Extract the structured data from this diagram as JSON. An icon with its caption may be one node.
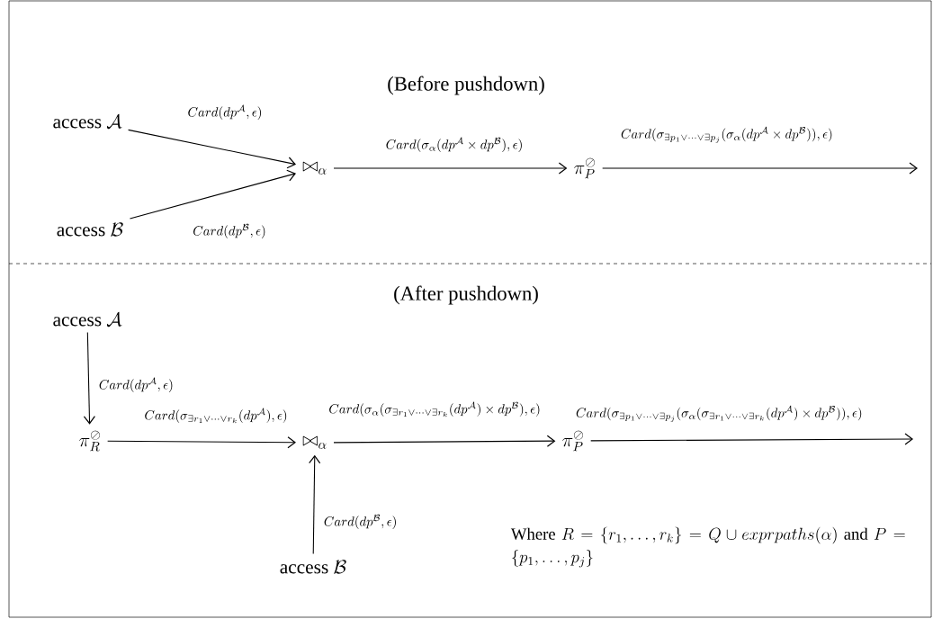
{
  "diagram": {
    "nodes": [
      {
        "text": [
          "\\mathrm{access}\\ \\mathcal{A}"
        ]
      },
      {
        "text": [
          "\\mathrm{access}\\ \\mathcal{B}"
        ]
      },
      {
        "text": [
          "\\bowtie_{\\alpha}"
        ]
      },
      {
        "text": [
          "\\pi^{\\oslash}_{P}"
        ]
      },
      {
        "text": [
          "\\mathrm{access}\\ \\mathcal{A}"
        ]
      },
      {
        "text": [
          "\\pi^{\\oslash}_{R}"
        ]
      },
      {
        "text": [
          "\\bowtie_{\\alpha}"
        ]
      },
      {
        "text": [
          "\\mathrm{access}\\ \\mathcal{B}"
        ]
      },
      {
        "text": [
          "\\pi^{\\oslash}_{P}"
        ]
      }
    ],
    "edges": [
      {
        "from": 0,
        "to": 2,
        "arrow": "to",
        "label": "Card(dp^{\\mathcal{A}}, \\epsilon)"
      },
      {
        "from": 1,
        "to": 2,
        "arrow": "to",
        "label": "Card(dp^{\\mathcal{B}}, \\epsilon)"
      },
      {
        "from": 2,
        "to": 3,
        "arrow": "to",
        "label": "Card(\\sigma_{\\alpha}(dp^{\\mathcal{A}} \\times dp^{\\mathcal{B}}), \\epsilon)"
      },
      {
        "from": 3,
        "to": null,
        "arrow": "to",
        "label": "Card( \\sigma_{\\exists p_1 \\vee \\cdots \\vee \\exists p_j}( \\sigma_{\\alpha}(dp^{\\mathcal{A}} \\times dp^{\\mathcal{B}})), \\epsilon)"
      },
      {
        "from": 4,
        "to": 5,
        "arrow": "to",
        "label": "Card(dp^{\\mathcal{A}}, \\epsilon)"
      },
      {
        "from": 5,
        "to": 6,
        "arrow": "to",
        "label": "Card(\\sigma_{\\exists r_1 \\vee \\cdots \\vee r_k}(dp^{\\mathcal{A}}), \\epsilon)"
      },
      {
        "from": 7,
        "to": 6,
        "arrow": "to",
        "label": "Card(dp^{\\mathcal{B}}, \\epsilon)"
      },
      {
        "from": 6,
        "to": 8,
        "arrow": "to",
        "label": "Card(\\sigma_{\\alpha}( \\sigma_{\\exists r_1 \\vee \\cdots \\vee \\exists r_k}(dp^{\\mathcal{A}}) \\times dp^{\\mathcal{B}}), \\epsilon)"
      },
      {
        "from": 8,
        "to": null,
        "arrow": "to",
        "label": "Card( \\sigma_{\\exists p_1 \\vee \\cdots \\vee \\exists p_j}(\\sigma_{\\alpha}( \\sigma_{\\exists r_1 \\vee \\cdots \\vee \\exists r_k}(dp^{\\mathcal{A}}) \\times dp^{\\mathcal{B}})), \\epsilon)"
      }
    ],
    "labels": [
      "(Before pushdown)",
      "(After pushdown)",
      "\\mathrm{Where}\\ R = \\{r_1, \\ldots, r_k\\} = Q \\cup exprpaths(\\alpha) \\mathrm{\\ and}\\ P = \\{p_1, \\ldots, p_j\\}"
    ]
  }
}
